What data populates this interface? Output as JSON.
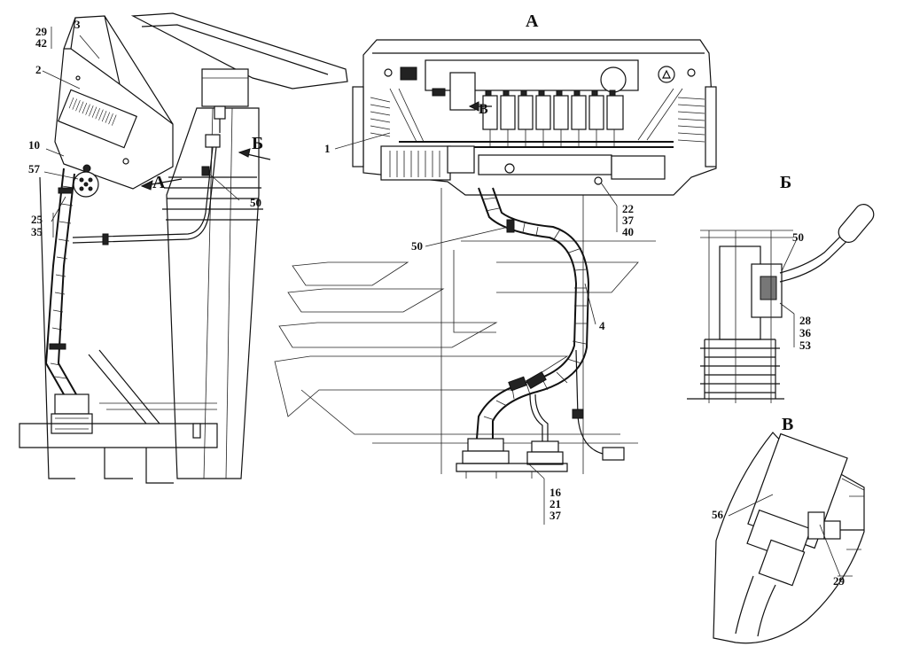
{
  "views": {
    "main": "А",
    "b": "Б",
    "v": "В",
    "arrow_a_left": "А",
    "arrow_b_left": "Б",
    "arrow_v": "В"
  },
  "callouts": {
    "c29_42": [
      "29",
      "42"
    ],
    "c3": "3",
    "c2": "2",
    "c10": "10",
    "c57": "57",
    "c25_35": [
      "25",
      "35"
    ],
    "c50_left": "50",
    "c1": "1",
    "c50_mid": "50",
    "c22_37_40": [
      "22",
      "37",
      "40"
    ],
    "c4": "4",
    "c16_21_37": [
      "16",
      "21",
      "37"
    ],
    "c50_right": "50",
    "c28_36_53": [
      "28",
      "36",
      "53"
    ],
    "c56": "56",
    "c29_right": "29"
  }
}
